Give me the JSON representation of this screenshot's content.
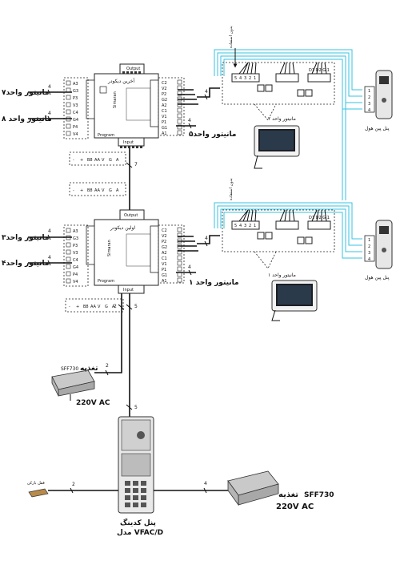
{
  "labels": {
    "monitor7": "مانیتور واحد۷",
    "monitor8": "مانیتور واحد ۸",
    "monitor5": "مانیتور واحد۵",
    "monitor3": "مانیتور واحد۳",
    "monitor4": "مانیتور واحد۴",
    "monitor1": "مانیتور واحد ۱",
    "monitor_unit2": "مانیتور واحد ۲",
    "monitor_unit1": "مانیتور واحد ۱",
    "last_decoder": "آخرین دیکودر",
    "first_decoder": "اولین دیکودر",
    "output": "Output",
    "input": "Input",
    "program": "Program",
    "brand": "Simaran",
    "pin_panel": "پنل پین هول",
    "unused_top": "بدون استفاده",
    "unused_bottom": "بدون استفاده",
    "supply_model": "SFF730",
    "supply_word": "تغذیه",
    "ac_label": "220V AC",
    "lock_label": "قفل بازکن",
    "keypad_panel": "پنل کدینگ",
    "keypad_model": "مدل VFAC/D"
  },
  "wire_counts": {
    "w4": "4",
    "w2": "2",
    "w5": "5",
    "w7": "7"
  },
  "terminals": {
    "left": [
      "A3",
      "G3",
      "P3",
      "V3",
      "C4",
      "G4",
      "P4",
      "V4"
    ],
    "right": [
      "C2",
      "V2",
      "P2",
      "G2",
      "A2",
      "C1",
      "V1",
      "P1",
      "G1",
      "A1"
    ],
    "bus": [
      "-",
      "+",
      "B8",
      "AA",
      "V",
      "G",
      "A"
    ],
    "monitor_terms": [
      "5",
      "4",
      "3",
      "2",
      "1"
    ],
    "d_terms": [
      "D1",
      "D2",
      "G",
      "1"
    ],
    "panel_pins": [
      "1",
      "2",
      "3",
      "4"
    ]
  }
}
